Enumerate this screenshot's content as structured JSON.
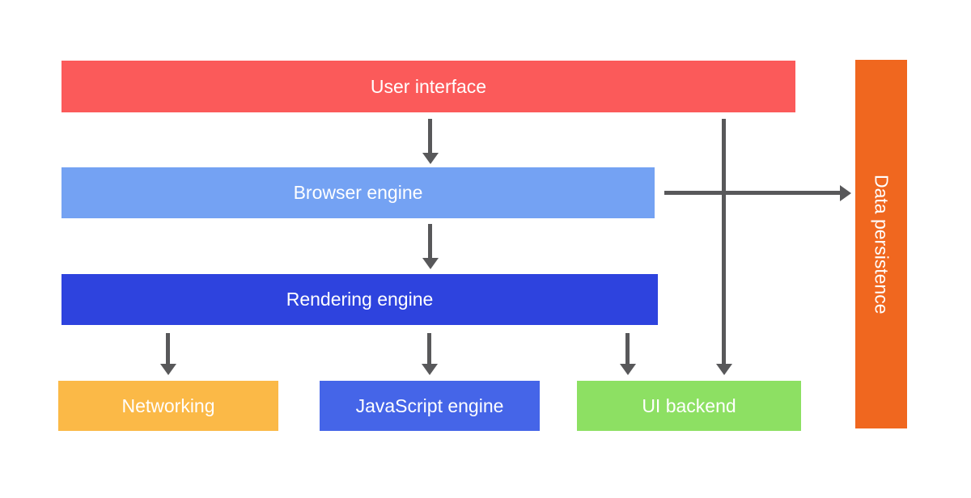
{
  "diagram": {
    "type": "browser-architecture-flow",
    "background": "#ffffff",
    "arrow_color": "#58585a",
    "text_color": "#ffffff",
    "nodes": {
      "user_interface": {
        "label": "User interface",
        "color": "#fb5a5a"
      },
      "browser_engine": {
        "label": "Browser engine",
        "color": "#74a2f3"
      },
      "rendering_engine": {
        "label": "Rendering engine",
        "color": "#2e43de"
      },
      "networking": {
        "label": "Networking",
        "color": "#fbb947"
      },
      "javascript_engine": {
        "label": "JavaScript engine",
        "color": "#4565e8"
      },
      "ui_backend": {
        "label": "UI backend",
        "color": "#8de063"
      },
      "data_persistence": {
        "label": "Data persistence",
        "color": "#f0671f"
      }
    },
    "edges": [
      {
        "from": "user_interface",
        "to": "browser_engine"
      },
      {
        "from": "browser_engine",
        "to": "rendering_engine"
      },
      {
        "from": "rendering_engine",
        "to": "networking"
      },
      {
        "from": "rendering_engine",
        "to": "javascript_engine"
      },
      {
        "from": "rendering_engine",
        "to": "ui_backend"
      },
      {
        "from": "user_interface",
        "to": "ui_backend"
      },
      {
        "from": "browser_engine",
        "to": "data_persistence"
      }
    ]
  }
}
